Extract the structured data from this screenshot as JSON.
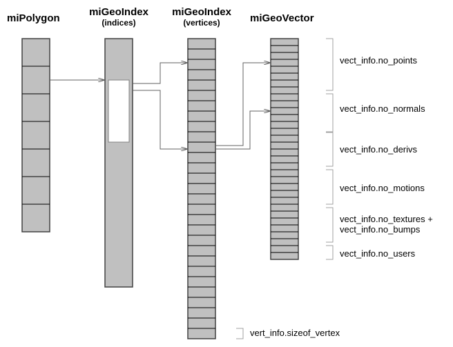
{
  "columns": {
    "polygon": {
      "title": "miPolygon",
      "rows": 7
    },
    "indices": {
      "title": "miGeoIndex",
      "subtitle": "(indices)"
    },
    "vertices": {
      "title": "miGeoIndex",
      "subtitle": "(vertices)",
      "rows": 29
    },
    "vector": {
      "title": "miGeoVector",
      "rows": 32
    }
  },
  "brackets": [
    "vect_info.no_points",
    "vect_info.no_normals",
    "vect_info.no_derivs",
    "vect_info.no_motions",
    "vect_info.no_textures +",
    "vect_info.no_bumps",
    "vect_info.no_users"
  ],
  "vertex_label": "vert_info.sizeof_vertex",
  "colors": {
    "cell": "#c0c0c0",
    "arrow": "#606060"
  }
}
